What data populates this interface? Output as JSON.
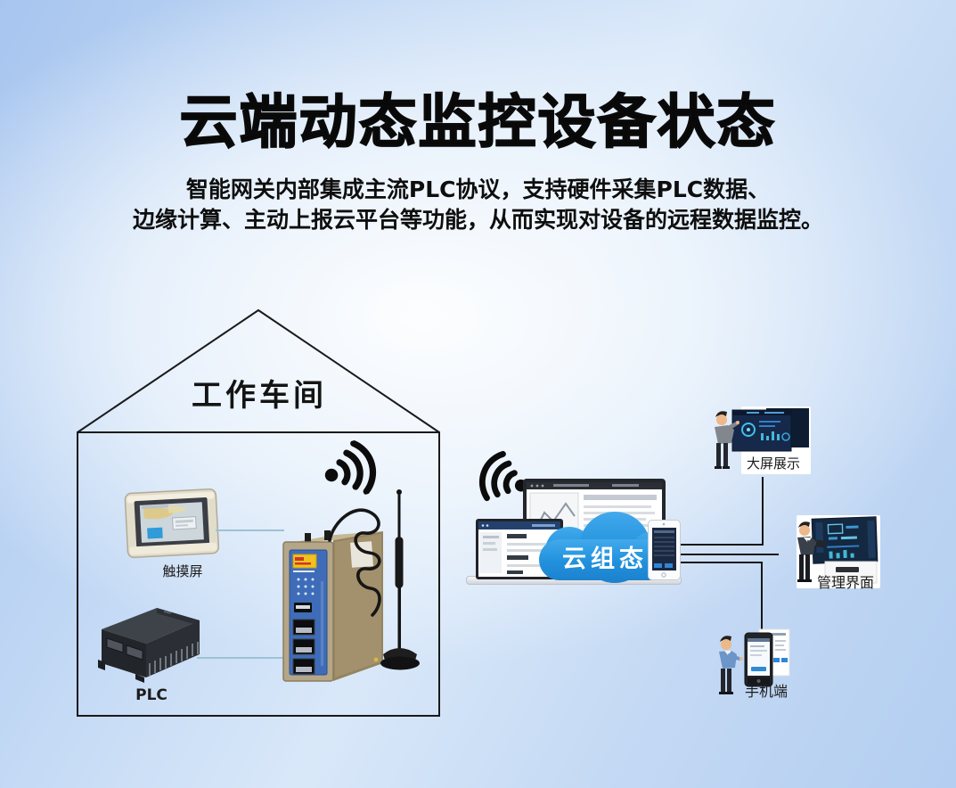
{
  "header": {
    "title": "云端动态监控设备状态",
    "subtitle": [
      "智能网关内部集成主流PLC协议，支持硬件采集PLC数据、",
      "边缘计算、主动上报云平台等功能，从而实现对设备的远程数据监控。"
    ]
  },
  "workshop": {
    "label": "工作车间",
    "touchscreen_label": "触摸屏",
    "plc_label": "PLC"
  },
  "cloud": {
    "label": "云组态"
  },
  "endpoints": {
    "big_screen": {
      "label": "大屏展示"
    },
    "admin": {
      "label": "管理界面"
    },
    "mobile": {
      "label": "手机端"
    }
  },
  "icons": {
    "gateway_wifi": "wifi-signal-icon",
    "cloud_wifi": "wifi-signal-icon",
    "antenna": "antenna-icon",
    "cloud_shape": "cloud-icon"
  },
  "colors": {
    "background_edge_blue": "#a7c5ef",
    "background_center": "#f4f9fd",
    "cloud_blue": "#2191dd",
    "gateway_panel_blue": "#3e6cb8",
    "gateway_body_tan": "#b3a487",
    "diagram_line_black": "#161616",
    "device_link_line": "#9cc2d4",
    "text_black": "#0a0a0a"
  }
}
